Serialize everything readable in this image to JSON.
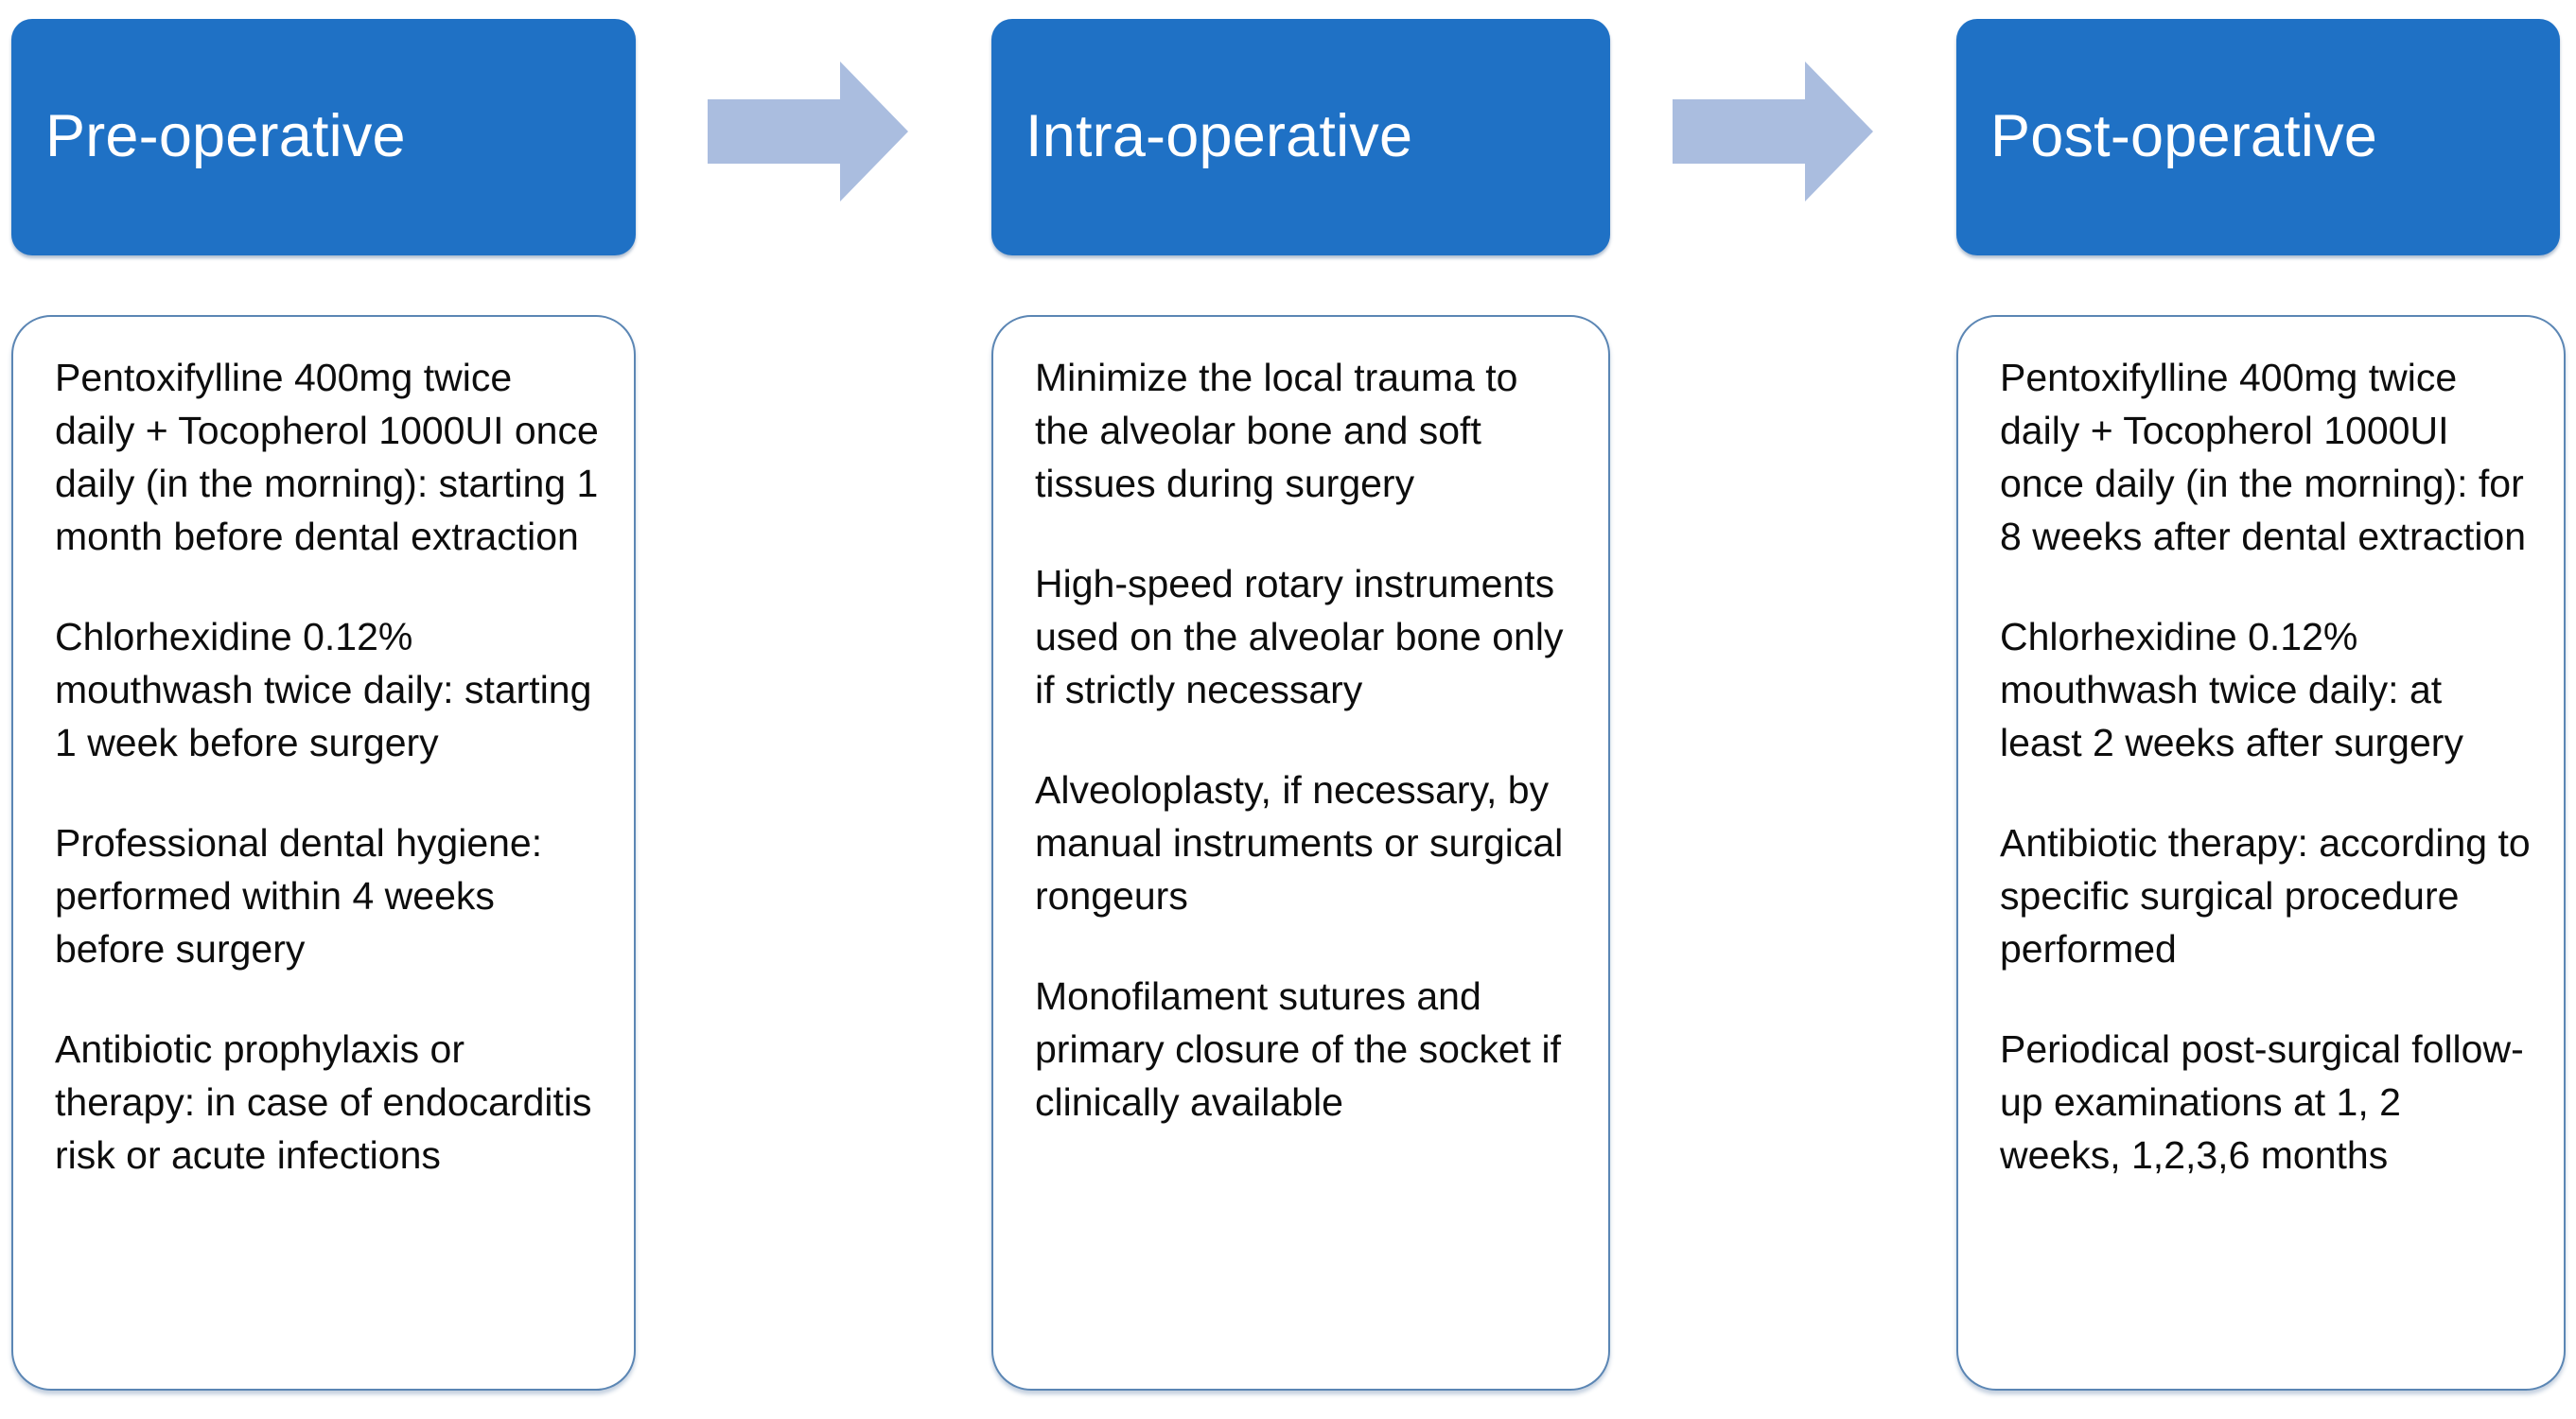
{
  "theme": {
    "header_fill": "#1F71C5",
    "header_text": "#FFFFFF",
    "arrow_fill": "#AABDDF",
    "box_border": "#5B86B4",
    "box_fill": "#FFFFFF",
    "body_text": "#0D0D0D"
  },
  "stages": [
    {
      "id": "pre-operative",
      "title": "Pre-operative",
      "items": [
        "Pentoxifylline 400mg twice daily + Tocopherol 1000UI once daily (in the morning): starting 1 month before dental extraction",
        "Chlorhexidine 0.12% mouthwash twice daily: starting 1 week before surgery",
        "Professional dental hygiene: performed within 4 weeks before surgery",
        "Antibiotic prophylaxis or therapy: in case of endocarditis risk or acute infections"
      ]
    },
    {
      "id": "intra-operative",
      "title": "Intra-operative",
      "items": [
        "Minimize the local trauma to the alveolar bone and soft tissues during surgery",
        "High-speed rotary instruments used on the alveolar bone only if strictly necessary",
        "Alveoloplasty, if necessary, by manual instruments or surgical rongeurs",
        "Monofilament sutures and primary closure of the socket if clinically available"
      ]
    },
    {
      "id": "post-operative",
      "title": "Post-operative",
      "items": [
        "Pentoxifylline 400mg twice daily + Tocopherol 1000UI once daily (in the morning): for 8 weeks after dental extraction",
        "Chlorhexidine 0.12% mouthwash twice daily: at least 2 weeks after surgery",
        "Antibiotic therapy: according to specific surgical procedure performed",
        "Periodical post-surgical follow-up examinations at 1, 2 weeks, 1,2,3,6 months"
      ]
    }
  ],
  "arrows": [
    {
      "id": "arrow-pre-to-intra",
      "direction": "right"
    },
    {
      "id": "arrow-intra-to-post",
      "direction": "right"
    }
  ]
}
